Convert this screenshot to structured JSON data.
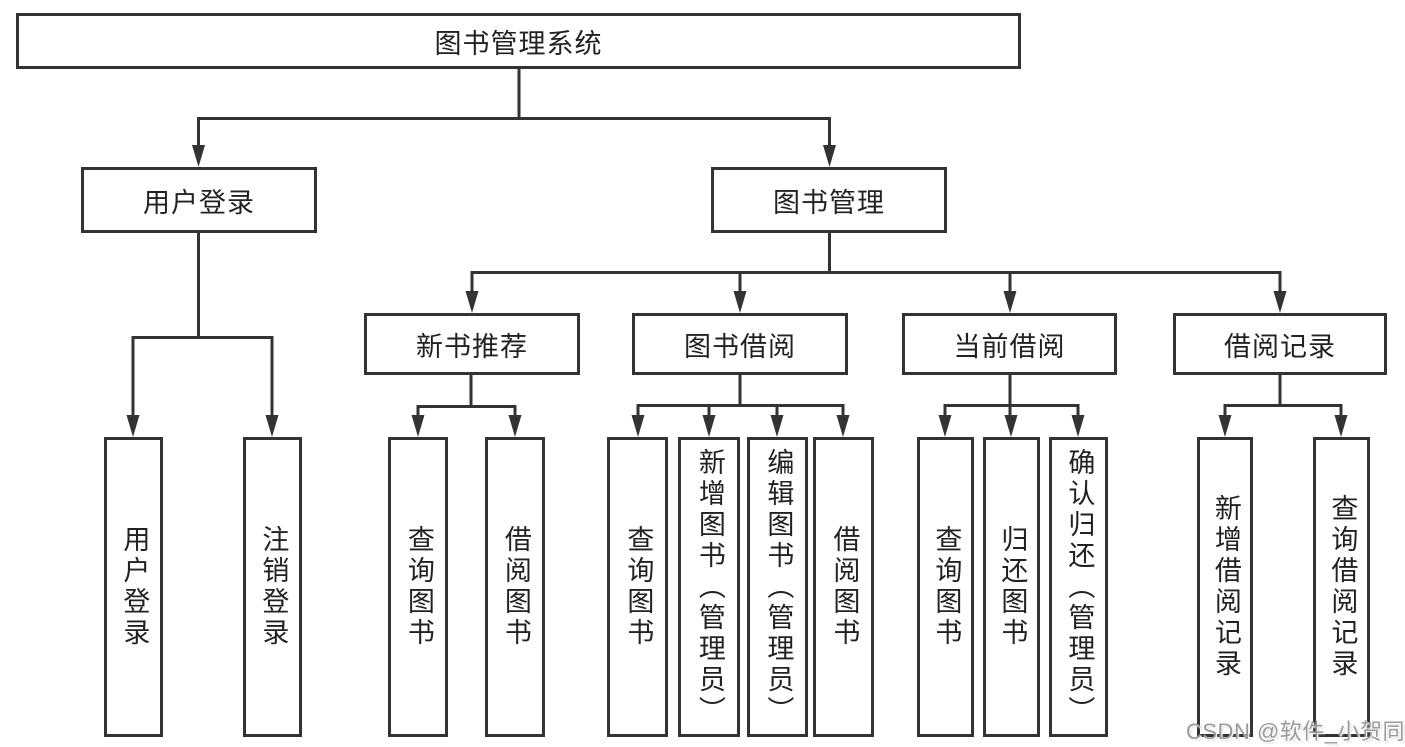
{
  "diagram": {
    "root": {
      "label": "图书管理系统"
    },
    "branches": [
      {
        "label": "用户登录",
        "leaves": [
          {
            "label": "用户登录"
          },
          {
            "label": "注销登录"
          }
        ]
      },
      {
        "label": "图书管理",
        "groups": [
          {
            "label": "新书推荐",
            "leaves": [
              {
                "label": "查询图书"
              },
              {
                "label": "借阅图书"
              }
            ]
          },
          {
            "label": "图书借阅",
            "leaves": [
              {
                "label": "查询图书"
              },
              {
                "label": "新增图书（管理员）"
              },
              {
                "label": "编辑图书（管理员）"
              },
              {
                "label": "借阅图书"
              }
            ]
          },
          {
            "label": "当前借阅",
            "leaves": [
              {
                "label": "查询图书"
              },
              {
                "label": "归还图书"
              },
              {
                "label": "确认归还（管理员）"
              }
            ]
          },
          {
            "label": "借阅记录",
            "leaves": [
              {
                "label": "新增借阅记录"
              },
              {
                "label": "查询借阅记录"
              }
            ]
          }
        ]
      }
    ]
  },
  "watermark": {
    "text": "CSDN @软件_小贺同学"
  },
  "colors": {
    "line": "#333333",
    "box_border": "#333333",
    "text": "#222222",
    "watermark": "#9a9a9a",
    "background": "#ffffff"
  }
}
